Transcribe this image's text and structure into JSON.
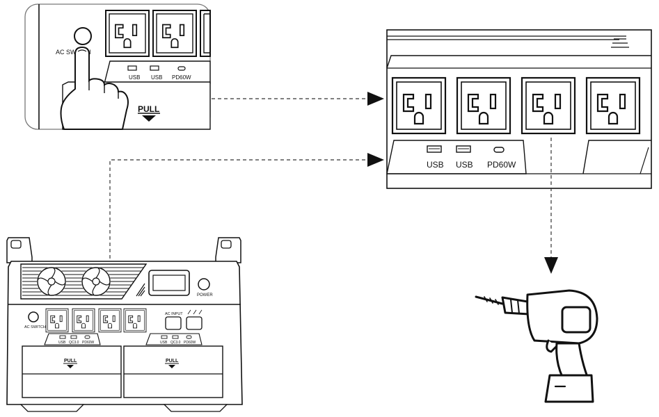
{
  "callout_topleft": {
    "ac_switch_label": "AC SWITCH",
    "usb_label_1": "USB",
    "usb_label_2": "USB",
    "pd_label": "PD60W",
    "pull_label": "PULL"
  },
  "callout_right": {
    "usb_label_1": "USB",
    "usb_label_2": "USB",
    "pd_label": "PD60W"
  },
  "station": {
    "power_label": "POWER",
    "ac_switch_label": "AC SWITCH",
    "ac_input_label": "AC INPUT",
    "left_ports": [
      "USB",
      "QC3.0",
      "PD60W"
    ],
    "right_ports": [
      "USB",
      "QC3.0",
      "PD60W"
    ],
    "pull_left": "PULL",
    "pull_right": "PULL"
  },
  "icons": {
    "hand": "hand-pressing-icon",
    "outlet": "ac-outlet-icon",
    "drill": "power-drill-icon",
    "fan": "fan-icon",
    "arrow": "arrow-right-icon"
  }
}
